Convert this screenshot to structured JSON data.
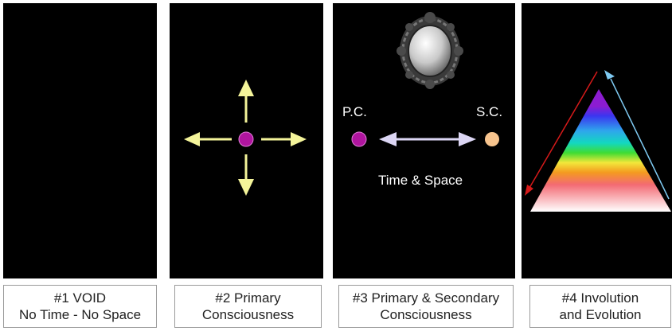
{
  "panels": [
    {
      "id": "void",
      "caption": {
        "line1": "#1 VOID",
        "line2": "No Time - No Space"
      }
    },
    {
      "id": "primary",
      "caption": {
        "line1": "#2 Primary",
        "line2": "Consciousness"
      },
      "colors": {
        "dot": "#b0159f",
        "arrows": "#f4f49a"
      }
    },
    {
      "id": "primary-secondary",
      "caption": {
        "line1": "#3 Primary & Secondary",
        "line2": "Consciousness"
      },
      "labels": {
        "left": "P.C.",
        "right": "S.C.",
        "center": "Time & Space"
      },
      "colors": {
        "left_dot": "#b0159f",
        "right_dot": "#f7c48e",
        "arrow": "#dcd6f4"
      },
      "icons": [
        "ornate-mirror-icon"
      ]
    },
    {
      "id": "involution-evolution",
      "caption": {
        "line1": "#4 Involution",
        "line2": "and Evolution"
      },
      "colors": {
        "bands": [
          "#8c1cd1",
          "#3a36f0",
          "#2fa6ec",
          "#13d8c0",
          "#3fdc33",
          "#f2e83a",
          "#f49a20",
          "#f36a73",
          "#ffffff"
        ],
        "down_arrow": "#d61a1a",
        "up_arrow": "#7fcaf2"
      }
    }
  ]
}
